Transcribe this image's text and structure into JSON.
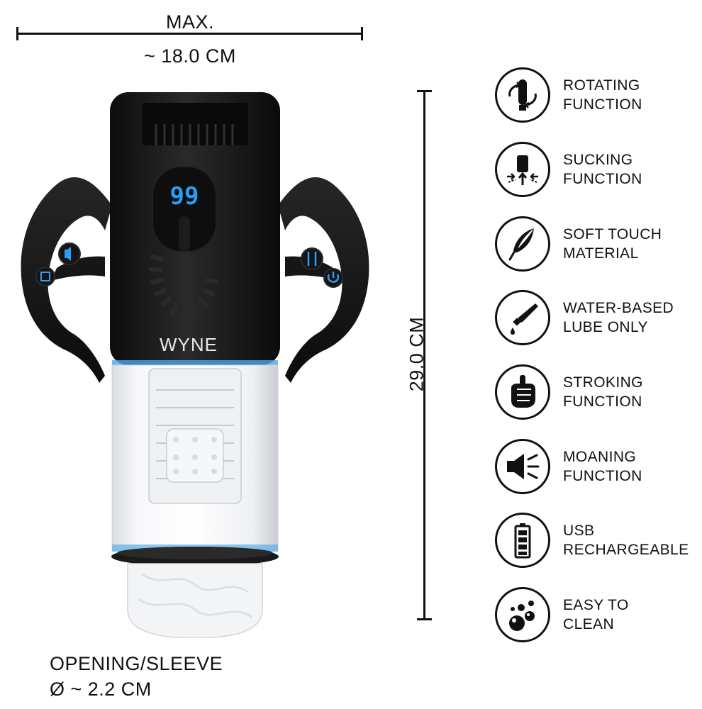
{
  "dimensions": {
    "width_top": "MAX.",
    "width_bottom": "~ 18.0 CM",
    "height": "29.0 CM"
  },
  "device": {
    "display_value": "99",
    "brand": "WYNE"
  },
  "features": [
    {
      "line1": "ROTATING",
      "line2": "FUNCTION",
      "icon": "rotating-icon"
    },
    {
      "line1": "SUCKING",
      "line2": "FUNCTION",
      "icon": "sucking-icon"
    },
    {
      "line1": "SOFT TOUCH",
      "line2": "MATERIAL",
      "icon": "feather-icon"
    },
    {
      "line1": "WATER-BASED",
      "line2": "LUBE ONLY",
      "icon": "lube-tube-icon"
    },
    {
      "line1": "STROKING",
      "line2": "FUNCTION",
      "icon": "fist-icon"
    },
    {
      "line1": "MOANING",
      "line2": "FUNCTION",
      "icon": "speaker-icon"
    },
    {
      "line1": "USB",
      "line2": "RECHARGEABLE",
      "icon": "battery-icon"
    },
    {
      "line1": "EASY TO",
      "line2": "CLEAN",
      "icon": "bubbles-icon"
    }
  ],
  "opening": {
    "line1": "OPENING/SLEEVE",
    "line2": "Ø ~ 2.2 CM"
  },
  "colors": {
    "ink": "#111111",
    "device_body": "#1a1a1a",
    "accent_blue": "#2a9df4"
  }
}
